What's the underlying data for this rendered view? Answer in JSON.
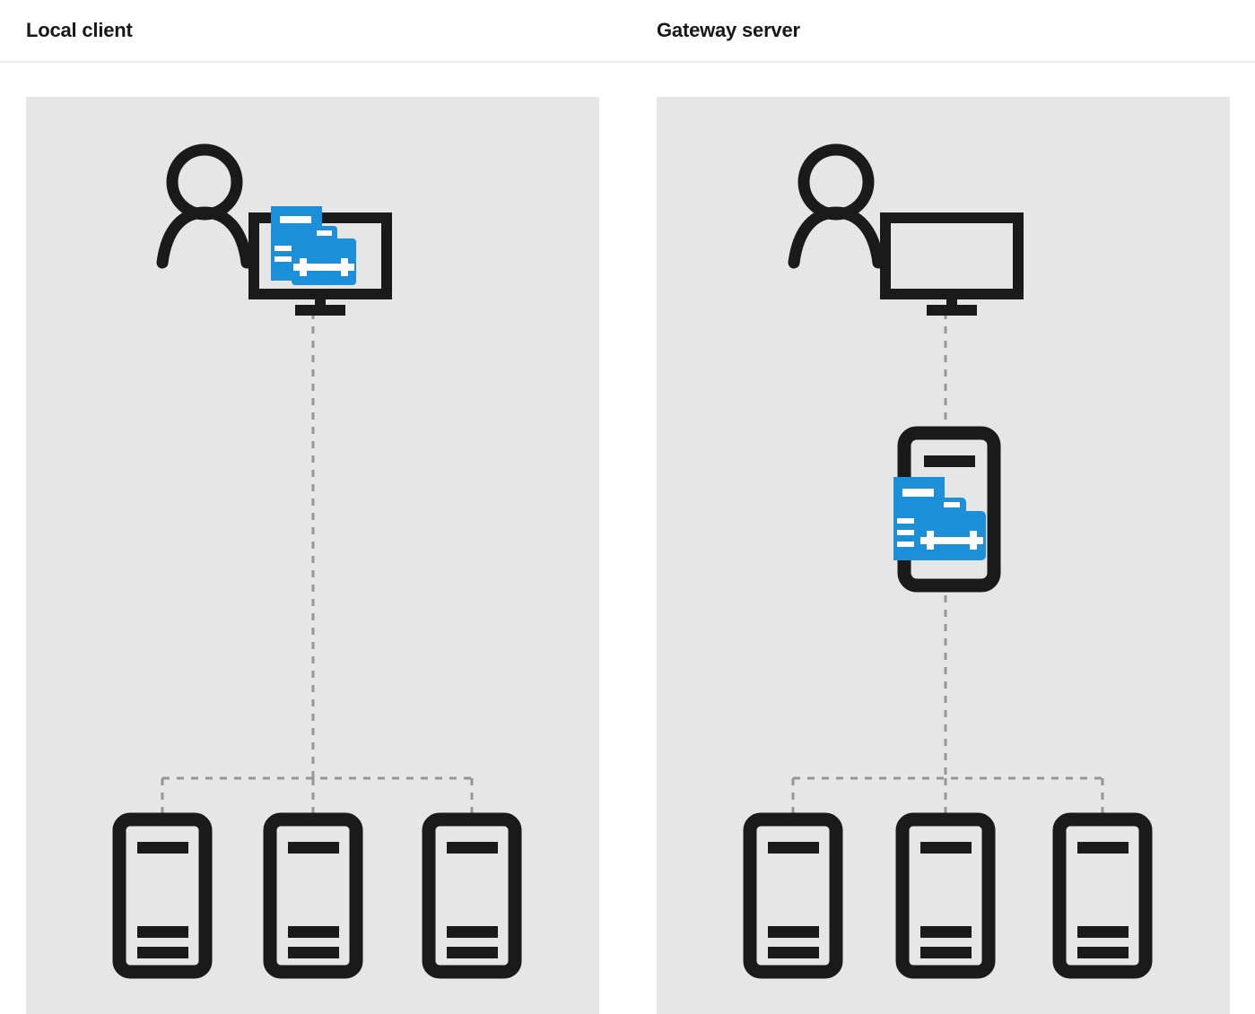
{
  "columns": [
    {
      "id": "local-client",
      "title": "Local client",
      "panel_background": "#e6e6e6",
      "nodes": [
        {
          "name": "user-workstation",
          "icon": "person-with-monitor-icon",
          "has_person": true,
          "monitor_contains_tool_icon": true,
          "overlay_icon": "server-with-toolbox-icon"
        },
        {
          "name": "managed-server-group",
          "icon": "server-rack-icon",
          "count": 3
        }
      ],
      "connectors": [
        {
          "from": "user-workstation",
          "to": "managed-server-group",
          "style": "dashed"
        }
      ]
    },
    {
      "id": "gateway-server",
      "title": "Gateway server",
      "panel_background": "#e6e6e6",
      "nodes": [
        {
          "name": "user-workstation",
          "icon": "person-with-monitor-icon",
          "has_person": true,
          "monitor_contains_tool_icon": false,
          "overlay_icon": null
        },
        {
          "name": "gateway-host",
          "icon": "server-tower-icon",
          "overlay_icon": "server-with-toolbox-icon"
        },
        {
          "name": "managed-server-group",
          "icon": "server-rack-icon",
          "count": 3
        }
      ],
      "connectors": [
        {
          "from": "user-workstation",
          "to": "gateway-host",
          "style": "dashed"
        },
        {
          "from": "gateway-host",
          "to": "managed-server-group",
          "style": "dashed"
        }
      ]
    }
  ],
  "colors": {
    "ink": "#1a1a1a",
    "accent_blue": "#1b8fd8",
    "panel": "#e6e6e6",
    "connector": "#969696",
    "divider": "#eaeaea",
    "page": "#ffffff"
  }
}
